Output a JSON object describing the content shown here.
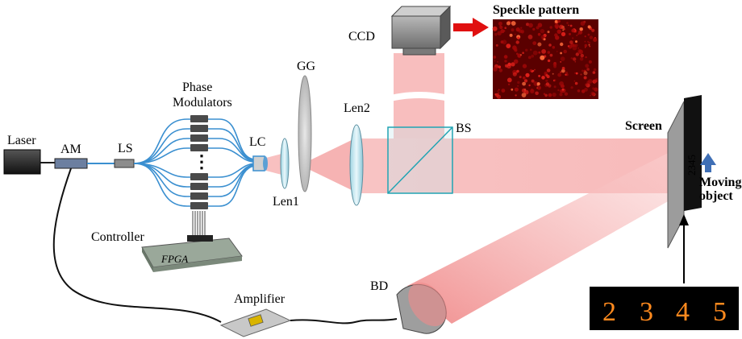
{
  "labels": {
    "laser": "Laser",
    "am": "AM",
    "ls": "LS",
    "phase_modulators_line1": "Phase",
    "phase_modulators_line2": "Modulators",
    "lc": "LC",
    "gg": "GG",
    "len1": "Len1",
    "len2": "Len2",
    "ccd": "CCD",
    "speckle_pattern": "Speckle pattern",
    "bs": "BS",
    "screen": "Screen",
    "moving_object_line1": "Moving",
    "moving_object_line2": "object",
    "controller": "Controller",
    "fpga": "FPGA",
    "amplifier": "Amplifier",
    "bd": "BD",
    "ellipsis": "⋮",
    "object_text": "2345"
  },
  "digit_strip": [
    "2",
    "3",
    "4",
    "5"
  ],
  "colors": {
    "beam": "#f4a6a6",
    "beam_dark": "#e25555",
    "fiber": "#3a8fd0",
    "arrow_red": "#e01010",
    "arrow_blue": "#3f6fb5",
    "digit_orange": "#ff8a1e",
    "speckle_base": "#5a0000"
  }
}
